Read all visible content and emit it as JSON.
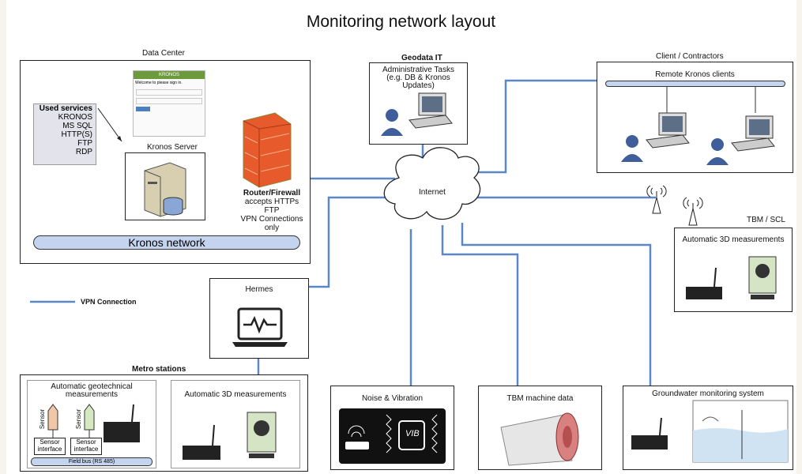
{
  "title": "Monitoring network layout",
  "data_center": {
    "label": "Data Center",
    "used_services_title": "Used services",
    "services": [
      "KRONOS",
      "MS SQL",
      "HTTP(S)",
      "FTP",
      "RDP"
    ],
    "kronos_server_label": "Kronos Server",
    "kronos_network_label": "Kronos network",
    "login_logo": "KRONOS",
    "login_welcome": "Welcome to",
    "login_signin": "please sign in."
  },
  "router": {
    "title": "Router/Firewall",
    "lines": [
      "accepts HTTPs",
      "FTP",
      "VPN Connections",
      "only"
    ]
  },
  "geodata": {
    "label": "Geodata IT",
    "text": [
      "Administrative Tasks",
      "(e.g. DB & Kronos",
      "Updates)"
    ]
  },
  "clients": {
    "label": "Client / Contractors",
    "bar_label": "Remote Kronos clients"
  },
  "internet_label": "Internet",
  "tbm_scl": {
    "label": "TBM / SCL",
    "box_label": "Automatic 3D measurements"
  },
  "hermes_label": "Hermes",
  "legend": {
    "vpn_label": "VPN Connection",
    "vpn_color": "#5b87c9"
  },
  "metro": {
    "label": "Metro stations",
    "geotech_label": [
      "Automatic geotechnical",
      "measurements"
    ],
    "sensor_label": "Sensor",
    "sensor_interface": [
      "Sensor",
      "interface"
    ],
    "field_bus_label": "Field bus (RS 485)",
    "auto3d_label": "Automatic 3D measurements"
  },
  "noise": {
    "label": "Noise & Vibration",
    "vib_text": "VIB"
  },
  "tbm_data_label": "TBM machine data",
  "groundwater_label": "Groundwater monitoring system"
}
